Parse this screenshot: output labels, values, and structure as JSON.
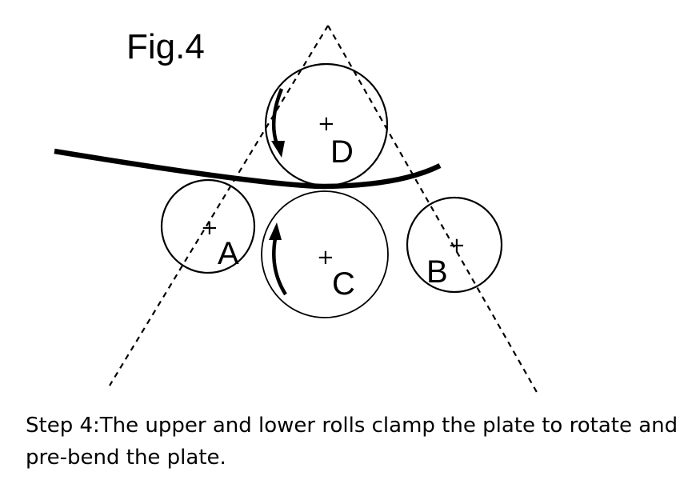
{
  "figure": {
    "title": "Fig.4",
    "caption": "Step 4:The upper and lower rolls clamp the plate to rotate and pre-bend the plate."
  },
  "rolls": [
    {
      "id": "A",
      "label": "A"
    },
    {
      "id": "B",
      "label": "B"
    },
    {
      "id": "C",
      "label": "C"
    },
    {
      "id": "D",
      "label": "D"
    }
  ],
  "center_marker": "+",
  "colors": {
    "ink": "#000000",
    "background": "#ffffff"
  }
}
